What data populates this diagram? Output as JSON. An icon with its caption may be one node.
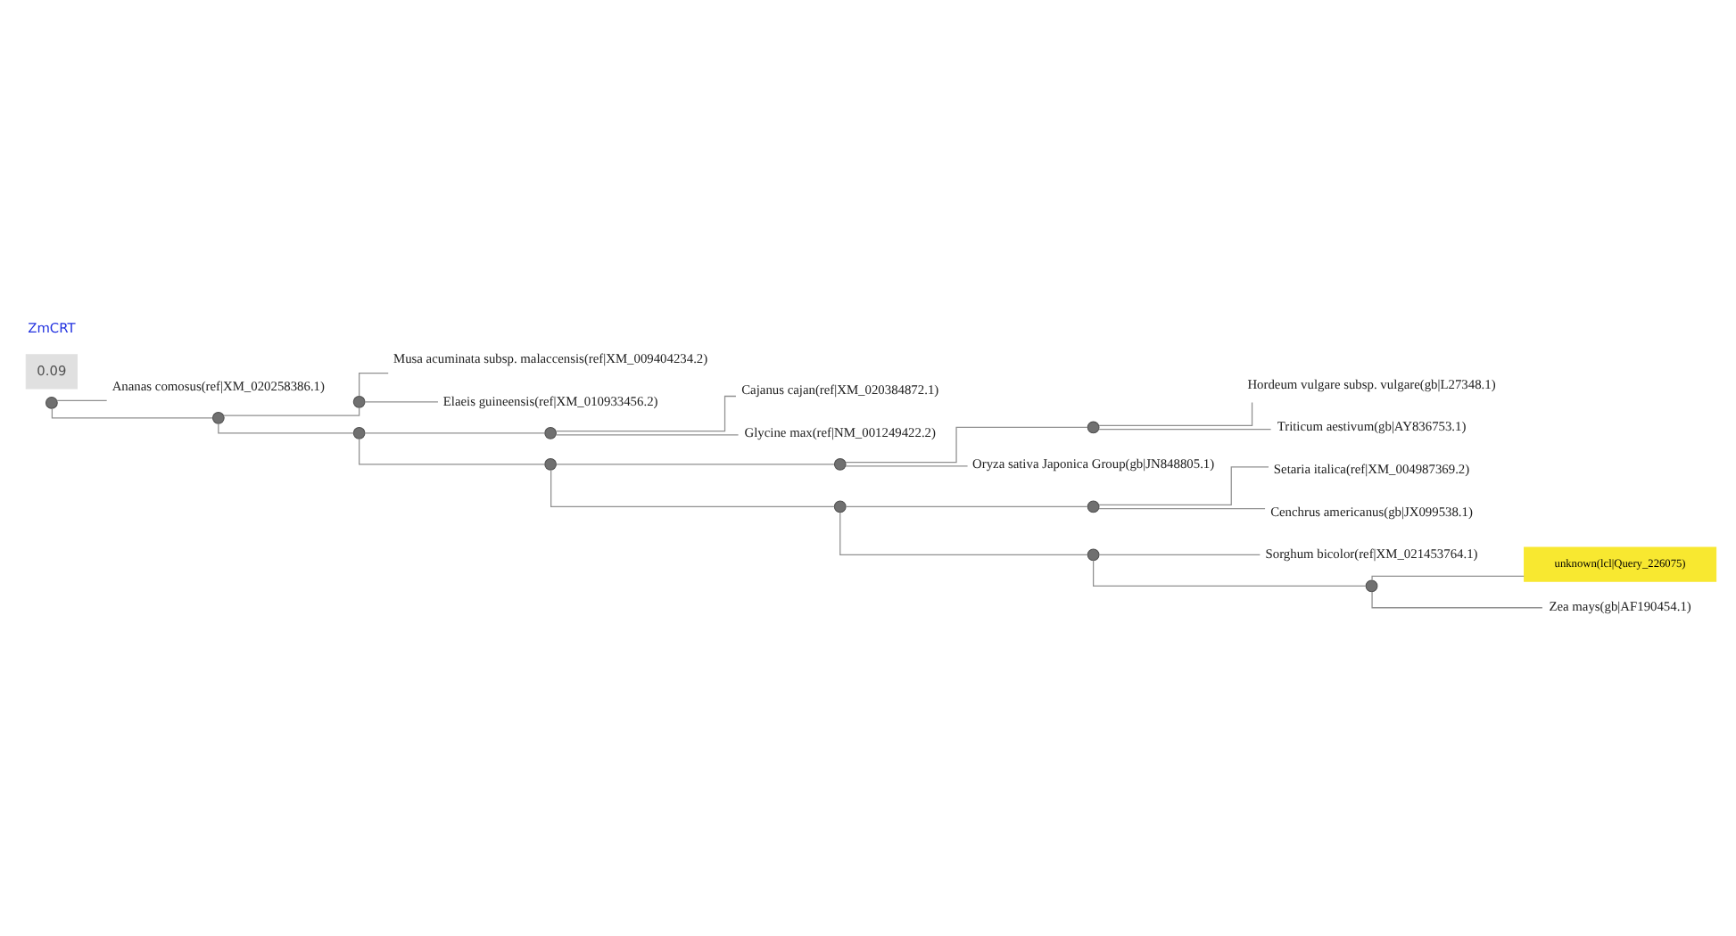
{
  "diagram": {
    "nodes": [
      {
        "text": [],
        "shape": "circle"
      },
      {
        "text": [
          "Ananas comosus(ref|XM_020258386.1)"
        ]
      },
      {
        "text": [],
        "shape": "circle"
      },
      {
        "text": [],
        "shape": "circle"
      },
      {
        "text": [
          "Musa acuminata subsp. malaccensis(ref|XM_009404234.2)"
        ]
      },
      {
        "text": [
          "Elaeis guineensis(ref|XM_010933456.2)"
        ]
      },
      {
        "text": [],
        "shape": "circle"
      },
      {
        "text": [],
        "shape": "circle"
      },
      {
        "text": [
          "Cajanus cajan(ref|XM_020384872.1)"
        ]
      },
      {
        "text": [
          "Glycine max(ref|NM_001249422.2)"
        ]
      },
      {
        "text": [],
        "shape": "circle"
      },
      {
        "text": [],
        "shape": "circle"
      },
      {
        "text": [],
        "shape": "circle"
      },
      {
        "text": [
          "Hordeum vulgare subsp. vulgare(gb|L27348.1)"
        ]
      },
      {
        "text": [
          "Triticum aestivum(gb|AY836753.1)"
        ]
      },
      {
        "text": [
          "Oryza sativa Japonica Group(gb|JN848805.1)"
        ]
      },
      {
        "text": [],
        "shape": "circle"
      },
      {
        "text": [],
        "shape": "circle"
      },
      {
        "text": [
          "Setaria italica(ref|XM_004987369.2)"
        ]
      },
      {
        "text": [
          "Cenchrus americanus(gb|JX099538.1)"
        ]
      },
      {
        "text": [],
        "shape": "circle"
      },
      {
        "text": [
          "Sorghum bicolor(ref|XM_021453764.1)"
        ]
      },
      {
        "text": [],
        "shape": "circle"
      },
      {
        "text": [
          "unknown(lcl|Query_226075)"
        ]
      },
      {
        "text": [
          "Zea mays(gb|AF190454.1)"
        ]
      }
    ],
    "edges": [
      {
        "from": 0,
        "to": 1,
        "arrow": "none"
      },
      {
        "from": 0,
        "to": 2,
        "arrow": "none"
      },
      {
        "from": 2,
        "to": 3,
        "arrow": "none"
      },
      {
        "from": 3,
        "to": 4,
        "arrow": "none"
      },
      {
        "from": 3,
        "to": 5,
        "arrow": "none"
      },
      {
        "from": 2,
        "to": 6,
        "arrow": "none"
      },
      {
        "from": 6,
        "to": 7,
        "arrow": "none"
      },
      {
        "from": 7,
        "to": 8,
        "arrow": "none"
      },
      {
        "from": 7,
        "to": 9,
        "arrow": "none"
      },
      {
        "from": 6,
        "to": 10,
        "arrow": "none"
      },
      {
        "from": 10,
        "to": 11,
        "arrow": "none"
      },
      {
        "from": 11,
        "to": 12,
        "arrow": "none"
      },
      {
        "from": 12,
        "to": 13,
        "arrow": "none"
      },
      {
        "from": 12,
        "to": 14,
        "arrow": "none"
      },
      {
        "from": 11,
        "to": 15,
        "arrow": "none"
      },
      {
        "from": 10,
        "to": 16,
        "arrow": "none"
      },
      {
        "from": 16,
        "to": 17,
        "arrow": "none"
      },
      {
        "from": 17,
        "to": 18,
        "arrow": "none"
      },
      {
        "from": 17,
        "to": 19,
        "arrow": "none"
      },
      {
        "from": 16,
        "to": 20,
        "arrow": "none"
      },
      {
        "from": 20,
        "to": 21,
        "arrow": "none"
      },
      {
        "from": 20,
        "to": 22,
        "arrow": "none"
      },
      {
        "from": 22,
        "to": 23,
        "arrow": "none"
      },
      {
        "from": 22,
        "to": 24,
        "arrow": "none"
      }
    ],
    "labels": [
      "0.09",
      "ZmCRT"
    ]
  }
}
